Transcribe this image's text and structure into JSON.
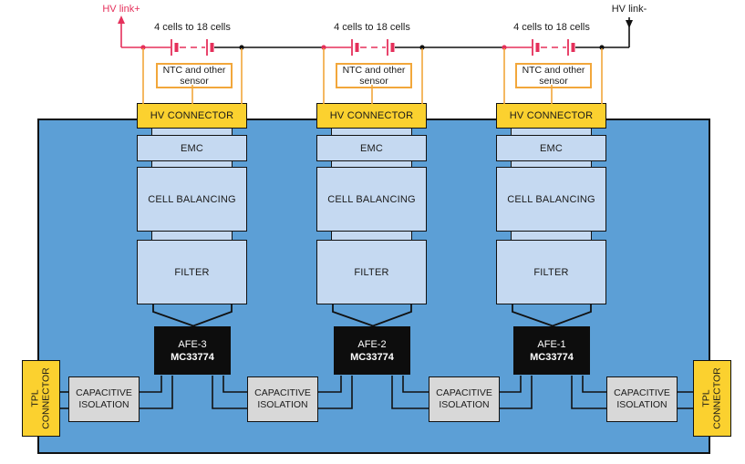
{
  "diagram": {
    "hv_link_positive": "HV link+",
    "hv_link_negative": "HV link-",
    "cells_label": "4 cells to 18 cells",
    "ntc_line1": "NTC and other",
    "ntc_line2": "sensor",
    "hv_connector_label": "HV CONNECTOR",
    "emc_label": "EMC",
    "cell_balancing_label": "CELL BALANCING",
    "filter_label": "FILTER",
    "afes": [
      {
        "name": "AFE-3",
        "part": "MC33774"
      },
      {
        "name": "AFE-2",
        "part": "MC33774"
      },
      {
        "name": "AFE-1",
        "part": "MC33774"
      }
    ],
    "isolation_line1": "CAPACITIVE",
    "isolation_line2": "ISOLATION",
    "tpl_line1": "TPL",
    "tpl_line2": "CONNECTOR",
    "colors": {
      "panel_blue": "#5C9FD6",
      "box_light_blue": "#C5D9F1",
      "connector_yellow": "#FBD12F",
      "wire_orange": "#F2A73B",
      "isolation_gray": "#D8D8D8",
      "afe_black": "#0D0D0D",
      "hv_red": "#E5305B",
      "wire_black": "#111111"
    }
  }
}
